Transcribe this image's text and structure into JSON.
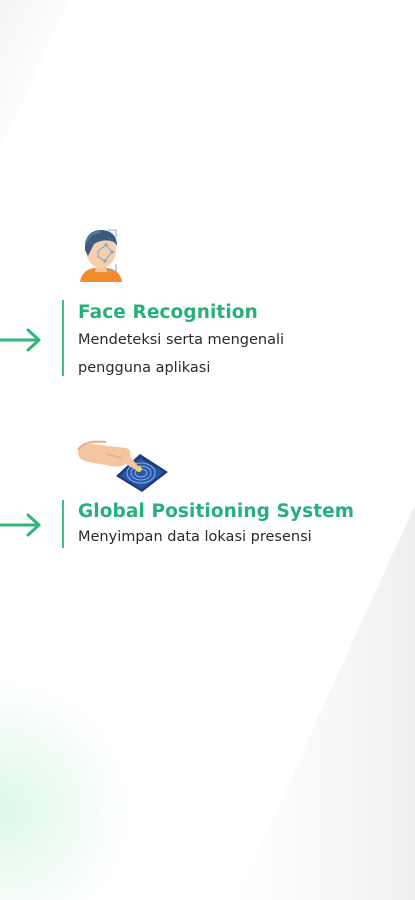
{
  "features": [
    {
      "title": "Face Recognition",
      "description_line1": "Mendeteksi serta mengenali",
      "description_line2": "pengguna aplikasi",
      "icon": "face-scan-icon"
    },
    {
      "title": "Global Positioning System",
      "description_line1": "Menyimpan data lokasi presensi",
      "icon": "fingerprint-scan-icon"
    }
  ],
  "colors": {
    "accent": "#27b07a",
    "text": "#2a2a2a",
    "background": "#ffffff"
  }
}
